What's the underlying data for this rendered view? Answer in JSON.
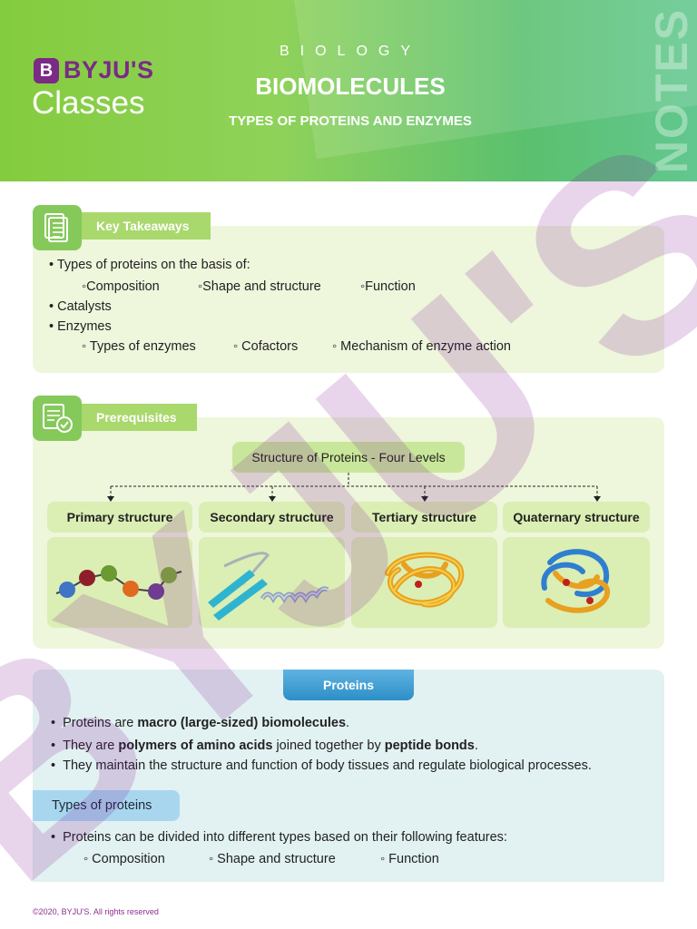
{
  "header": {
    "brand": "BYJU'S",
    "brand_sub": "Classes",
    "subject": "BIOLOGY",
    "title": "BIOMOLECULES",
    "subtitle": "TYPES OF PROTEINS AND ENZYMES",
    "side_label": "NOTES",
    "watermark": "BYJU'S"
  },
  "key_takeaways": {
    "label": "Key Takeaways",
    "line1": "Types of proteins on the basis of:",
    "sub1": [
      "Composition",
      "Shape and structure",
      "Function"
    ],
    "line2": "Catalysts",
    "line3": "Enzymes",
    "sub3": [
      "Types of enzymes",
      "Cofactors",
      "Mechanism of enzyme action"
    ]
  },
  "prerequisites": {
    "label": "Prerequisites",
    "root": "Structure of Proteins - Four Levels",
    "levels": [
      "Primary structure",
      "Secondary structure",
      "Tertiary structure",
      "Quaternary structure"
    ]
  },
  "proteins": {
    "label": "Proteins",
    "b1_pre": "Proteins are ",
    "b1_bold": "macro (large-sized) biomolecules",
    "b1_post": ".",
    "b2_pre": "They are ",
    "b2_bold1": "polymers of amino acids",
    "b2_mid": " joined together by ",
    "b2_bold2": "peptide bonds",
    "b2_post": ".",
    "b3": "They maintain the structure and function of body tissues and regulate biological processes.",
    "types_label": "Types of proteins",
    "types_line": "Proteins can be divided into different types based on their following features:",
    "types_sub": [
      "Composition",
      "Shape and structure",
      "Function"
    ]
  },
  "footer": "©2020, BYJU'S. All rights reserved",
  "colors": {
    "header_green": "#84cc3e",
    "tag_green": "#a9d86c",
    "brand_purple": "#7b2a86",
    "proteins_blue": "#2d8fc6"
  },
  "icons": [
    "document-stack-icon",
    "checklist-icon",
    "bullet-icon",
    "circle-bullet-icon"
  ]
}
